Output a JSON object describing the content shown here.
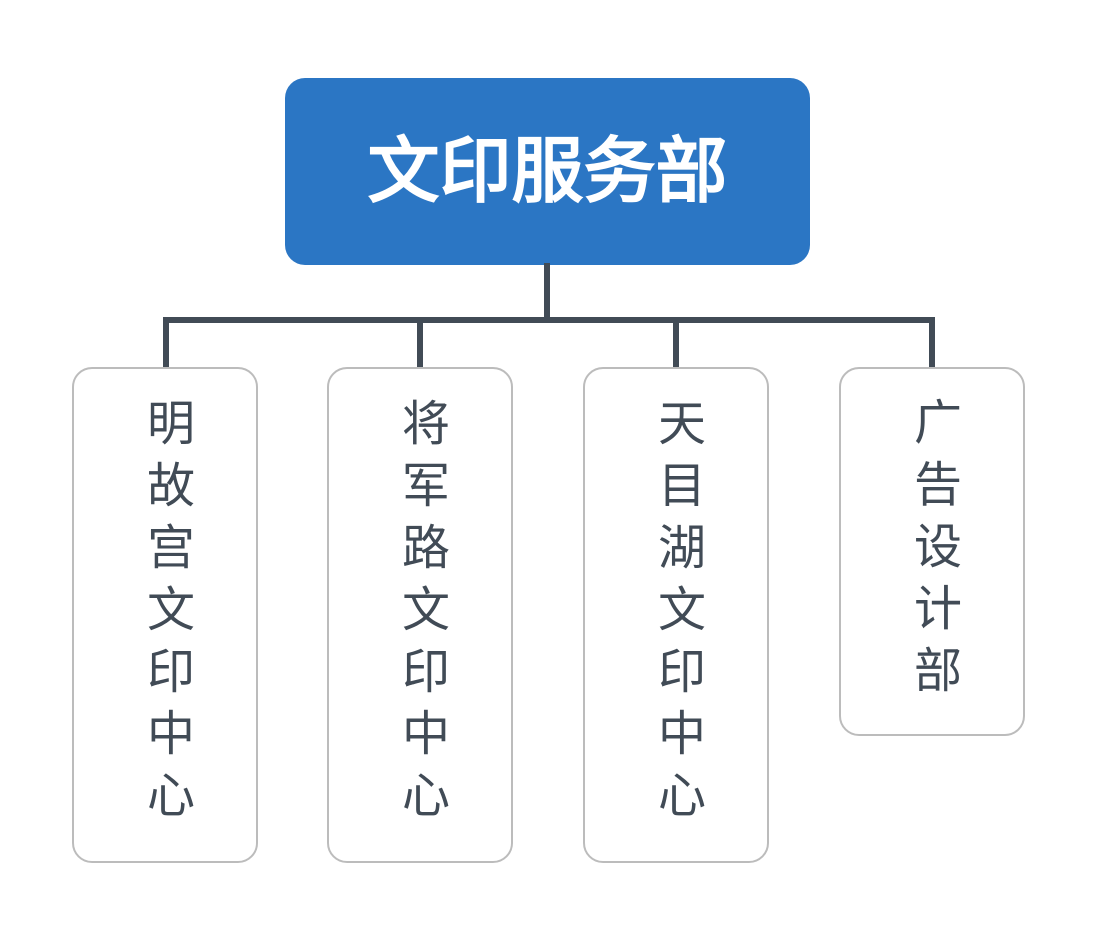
{
  "diagram": {
    "type": "organization-chart",
    "orientation": "top-down",
    "background_color": "#ffffff",
    "connector_color": "#414b56",
    "root": {
      "label": "文印服务部",
      "fill_color": "#2b76c4",
      "text_color": "#ffffff"
    },
    "children": [
      {
        "label": "明故宫文印中心",
        "fill_color": "#ffffff",
        "border_color": "#bcbcbc",
        "text_color": "#414b56"
      },
      {
        "label": "将军路文印中心",
        "fill_color": "#ffffff",
        "border_color": "#bcbcbc",
        "text_color": "#414b56"
      },
      {
        "label": "天目湖文印中心",
        "fill_color": "#ffffff",
        "border_color": "#bcbcbc",
        "text_color": "#414b56"
      },
      {
        "label": "广告设计部",
        "fill_color": "#ffffff",
        "border_color": "#bcbcbc",
        "text_color": "#414b56"
      }
    ]
  }
}
